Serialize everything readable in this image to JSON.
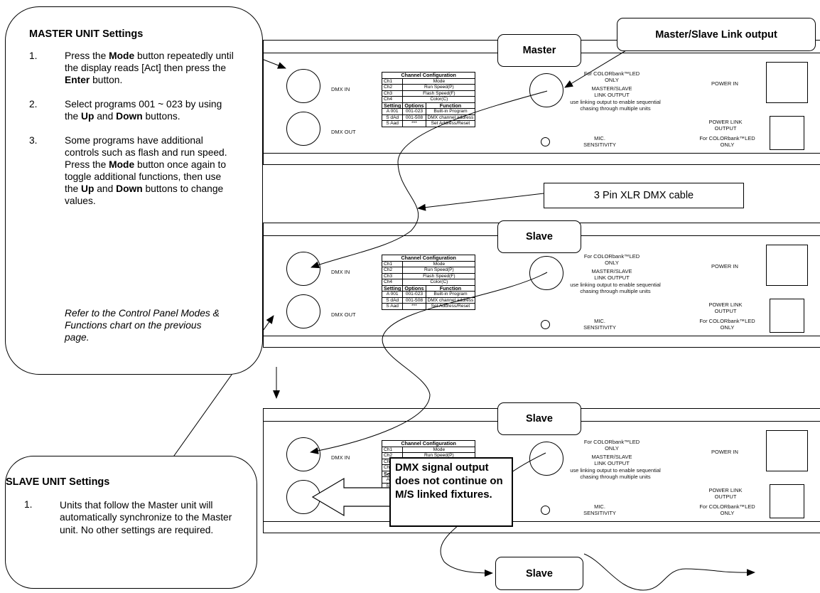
{
  "master_settings": {
    "title": "MASTER UNIT Settings",
    "steps": [
      {
        "num": "1.",
        "parts": [
          "Press the ",
          "Mode",
          " button repeatedly until the display reads [Act] then press the ",
          "Enter",
          " button."
        ]
      },
      {
        "num": "2.",
        "parts": [
          "Select programs 001 ~ 023 by using the ",
          "Up",
          " and ",
          "Down",
          " buttons."
        ]
      },
      {
        "num": "3.",
        "parts": [
          "Some programs have additional controls such as flash and run speed. Press the ",
          "Mode",
          " button once again to toggle additional functions, then use the ",
          "Up",
          " and ",
          "Down",
          " buttons to change values."
        ]
      }
    ],
    "note": "Refer to the Control Panel Modes & Functions chart on the previous page."
  },
  "slave_settings": {
    "title": "SLAVE UNIT Settings",
    "step_num": "1.",
    "step_text": "Units that follow the Master unit will automatically synchronize to the Master unit. No other settings are required."
  },
  "labels": {
    "master": "Master",
    "slave": "Slave",
    "link_output": "Master/Slave Link output",
    "cable": "3 Pin XLR DMX cable",
    "warning": "DMX signal output does not continue on M/S linked fixtures."
  },
  "panel": {
    "dmx_in": "DMX IN",
    "dmx_out": "DMX OUT",
    "colorbank_top": "For COLORbank™LED ONLY",
    "ms_link": "MASTER/SLAVE LINK OUTPUT",
    "link_note": "use linking output to enable sequential chasing through multiple units",
    "mic": "MIC. SENSITIVITY",
    "power_in": "POWER IN",
    "power_link": "POWER LINK OUTPUT",
    "colorbank_bottom": "For COLORbank™LED ONLY",
    "config": {
      "title": "Channel Configuration",
      "channels": [
        [
          "Ch1",
          "Mode"
        ],
        [
          "Ch2",
          "Run  Speed(P)"
        ],
        [
          "Ch3",
          "Flash  Speed(F)"
        ],
        [
          "Ch4",
          "Color(C)"
        ]
      ],
      "headers": [
        "Setting",
        "Options",
        "Function"
      ],
      "rows": [
        [
          "A 001",
          "001-023",
          "Built-in  Program"
        ],
        [
          "S dAd",
          "001-508",
          "DMX channel address"
        ],
        [
          "S Aad",
          "***",
          "Set Address/Reset"
        ]
      ]
    }
  }
}
